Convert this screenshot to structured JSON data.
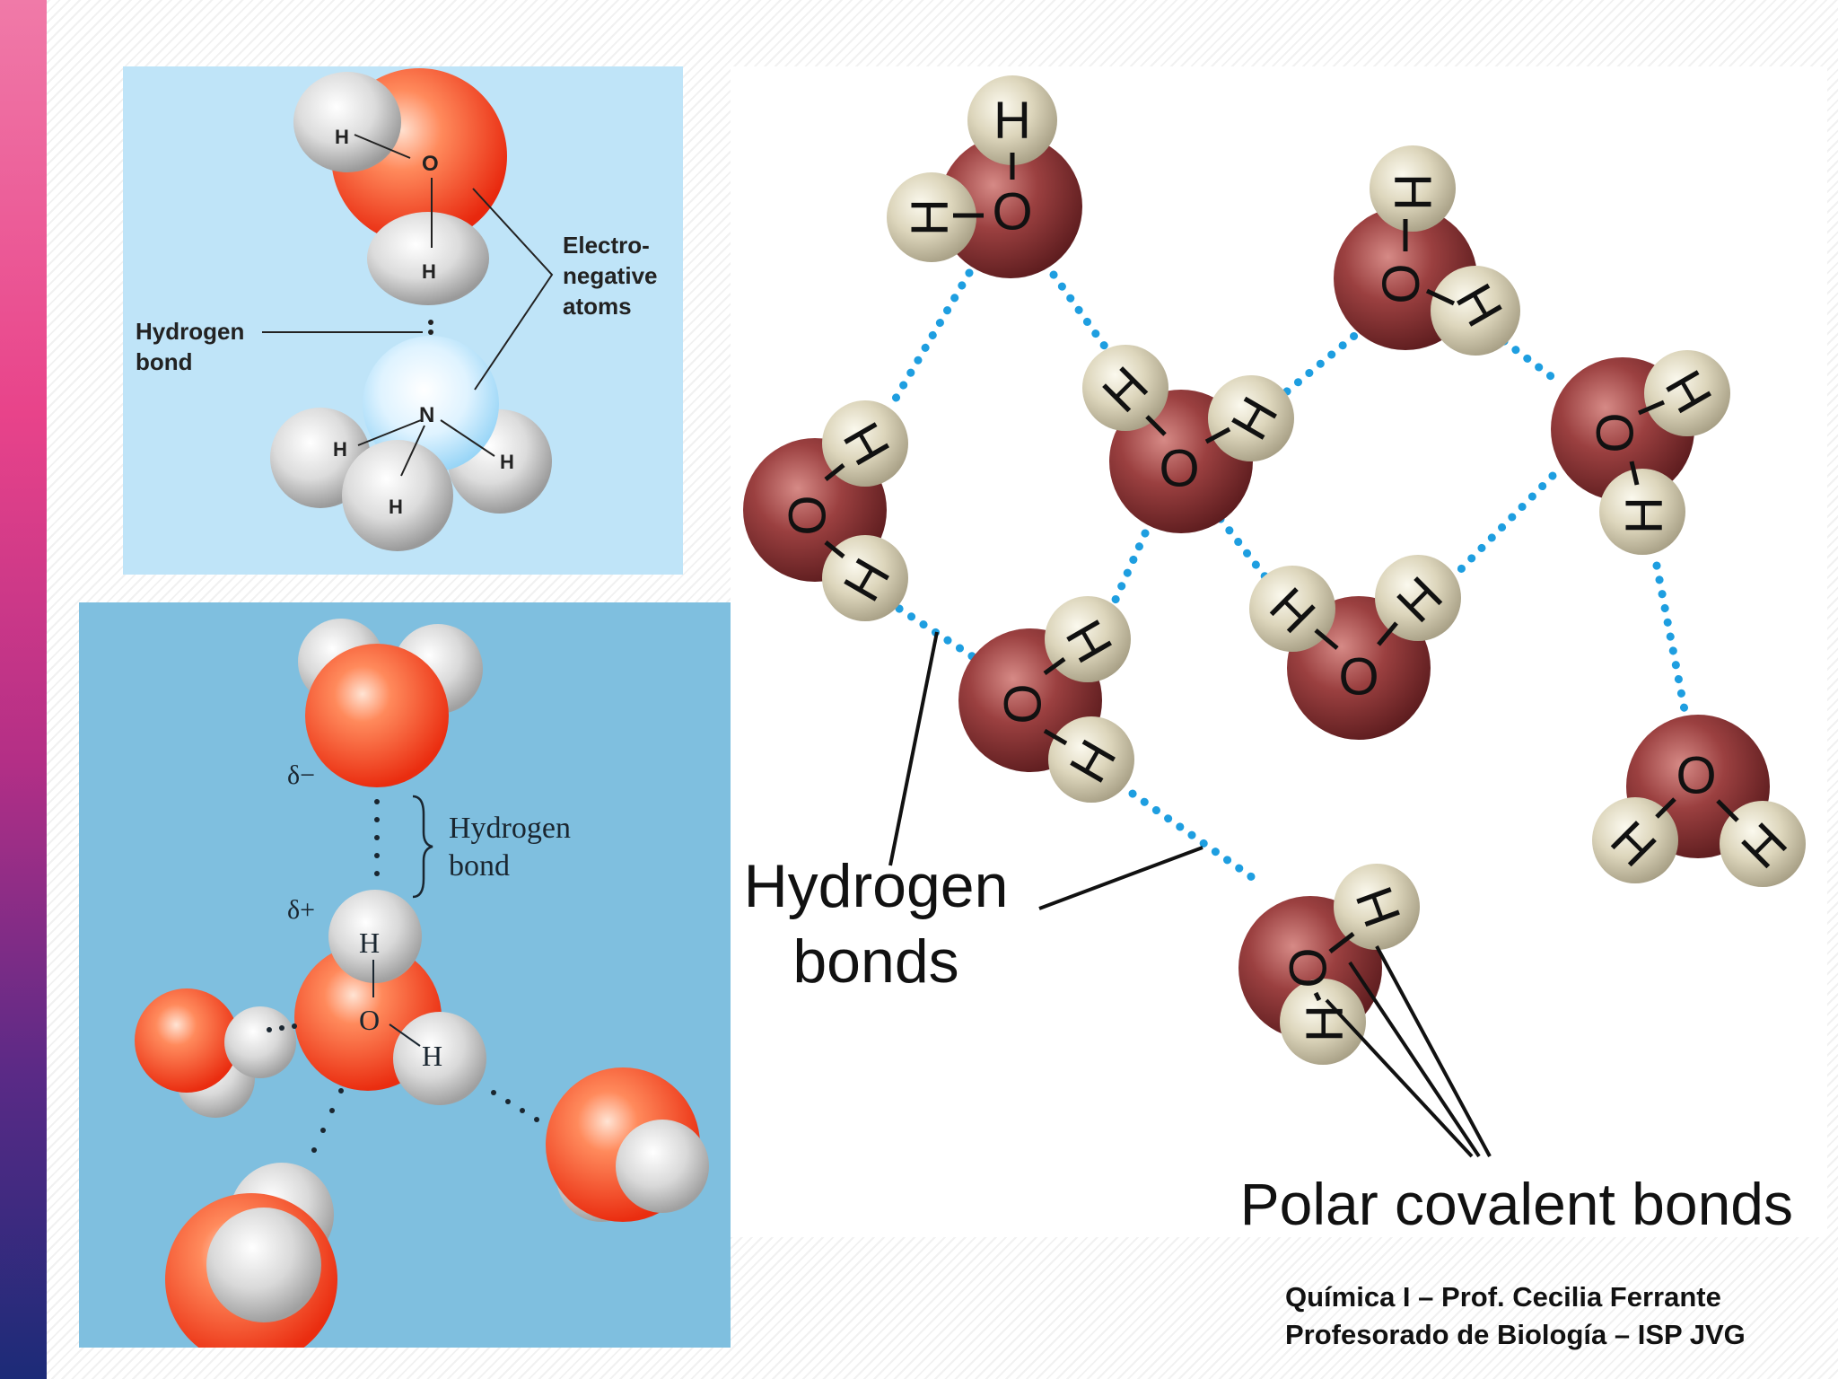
{
  "panel_a": {
    "atom_o": "O",
    "atom_n": "N",
    "atom_h": "H",
    "label_hbond_line1": "Hydrogen",
    "label_hbond_line2": "bond",
    "label_electro_line1": "Electro-",
    "label_electro_line2": "negative",
    "label_electro_line3": "atoms"
  },
  "panel_b": {
    "delta_minus": "δ−",
    "delta_plus": "δ+",
    "label_hbond_line1": "Hydrogen",
    "label_hbond_line2": "bond",
    "atom_h": "H",
    "atom_o": "O"
  },
  "panel_c": {
    "atom_o": "O",
    "atom_h": "H",
    "label_hbonds_line1": "Hydrogen",
    "label_hbonds_line2": "bonds",
    "label_polar": "Polar covalent bonds"
  },
  "credits": {
    "line1": "Química I – Prof. Cecilia Ferrante",
    "line2": "Profesorado de Biología – ISP JVG"
  },
  "colors": {
    "accent_bar_top": "#f07aa8",
    "accent_bar_bottom": "#1c2b78",
    "hbond_dots": "#1e9ee0",
    "oxygen_dark": "#8a3a3a",
    "oxygen_bright": "#e8391e",
    "hydrogen": "#d8d2b8"
  }
}
